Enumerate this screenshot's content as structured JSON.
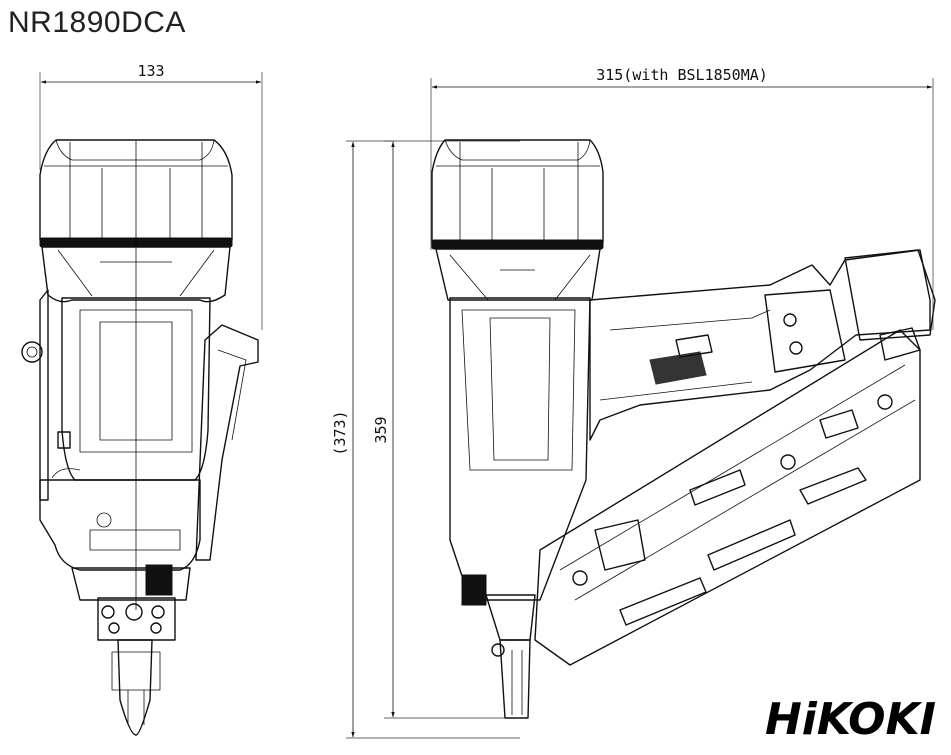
{
  "model": "NR1890DCA",
  "dimensions": {
    "width": "133",
    "length": "315(with BSL1850MA)",
    "height": "359",
    "height_overall": "(373)"
  },
  "brand": {
    "logo_text": "HiKOKI",
    "color": "#000000"
  }
}
